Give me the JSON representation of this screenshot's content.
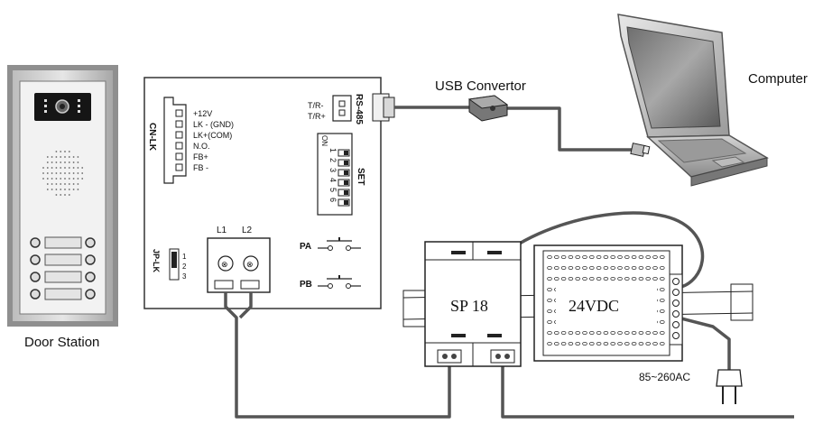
{
  "labels": {
    "door_station": "Door Station",
    "usb_convertor": "USB Convertor",
    "computer": "Computer",
    "sp18": "SP 18",
    "psu": "24VDC",
    "ac": "85~260AC"
  },
  "board": {
    "cn_lk": "CN-LK",
    "pins": [
      "+12V",
      "LK - (GND)",
      "LK+(COM)",
      "N.O.",
      "FB+",
      "FB -"
    ],
    "tr_minus": "T/R-",
    "tr_plus": "T/R+",
    "rs485": "RS-485",
    "set": "SET",
    "dip_on": "ON",
    "dip_numbers": [
      "1",
      "2",
      "3",
      "4",
      "5",
      "6"
    ],
    "l1": "L1",
    "l2": "L2",
    "jp_lk": "JP-LK",
    "jp_numbers": [
      "1",
      "2",
      "3"
    ],
    "pa": "PA",
    "pb": "PB"
  }
}
